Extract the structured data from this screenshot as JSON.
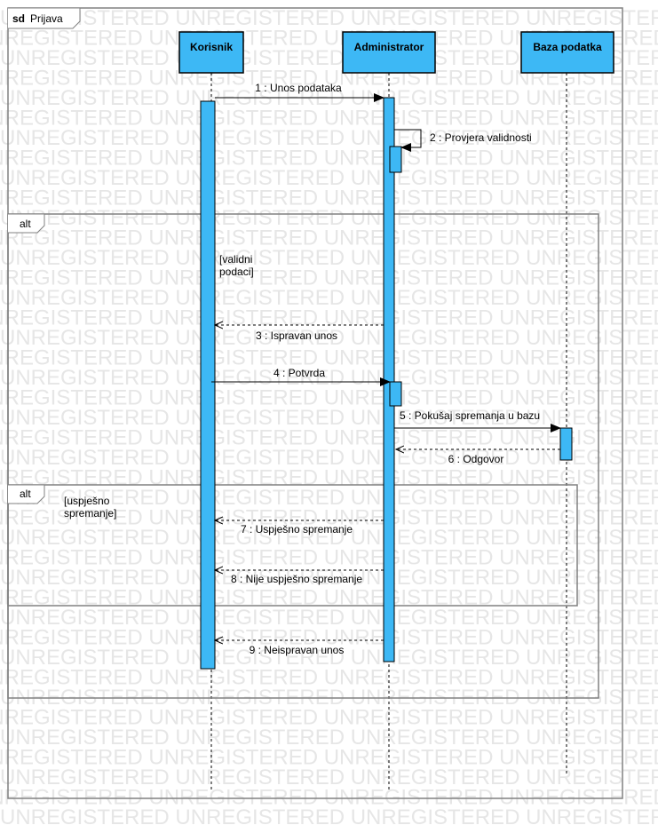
{
  "frame": {
    "keyword": "sd",
    "name": "Prijava"
  },
  "watermark": "UNREGISTERED UNREGISTERED UNREGISTERED UNREGISTERED",
  "lifelines": [
    {
      "id": "korisnik",
      "label": "Korisnik"
    },
    {
      "id": "administrator",
      "label": "Administrator"
    },
    {
      "id": "baza",
      "label": "Baza podatka"
    }
  ],
  "fragments": [
    {
      "id": "outer",
      "operator": "alt",
      "guard_line1": "[validni",
      "guard_line2": "podaci]"
    },
    {
      "id": "inner",
      "operator": "alt",
      "guard_line1": "[uspješno",
      "guard_line2": "spremanje]"
    }
  ],
  "messages": [
    {
      "id": "m1",
      "label": "1 : Unos podataka",
      "kind": "sync"
    },
    {
      "id": "m2",
      "label": "2 : Provjera validnosti",
      "kind": "self"
    },
    {
      "id": "m3",
      "label": "3 : Ispravan unos",
      "kind": "return"
    },
    {
      "id": "m4",
      "label": "4 : Potvrda",
      "kind": "sync"
    },
    {
      "id": "m5",
      "label": "5 : Pokušaj spremanja u bazu",
      "kind": "sync"
    },
    {
      "id": "m6",
      "label": "6 : Odgovor",
      "kind": "return"
    },
    {
      "id": "m7",
      "label": "7 : Uspješno spremanje",
      "kind": "return"
    },
    {
      "id": "m8",
      "label": "8 : Nije uspješno spremanje",
      "kind": "return"
    },
    {
      "id": "m9",
      "label": "9 : Neispravan unos",
      "kind": "return"
    }
  ],
  "colors": {
    "lifeline_fill": "#3db8f5",
    "activation_fill": "#3db8f5",
    "stroke": "#000000",
    "frame_stroke": "#808080",
    "watermark": "#e6e6e6"
  }
}
